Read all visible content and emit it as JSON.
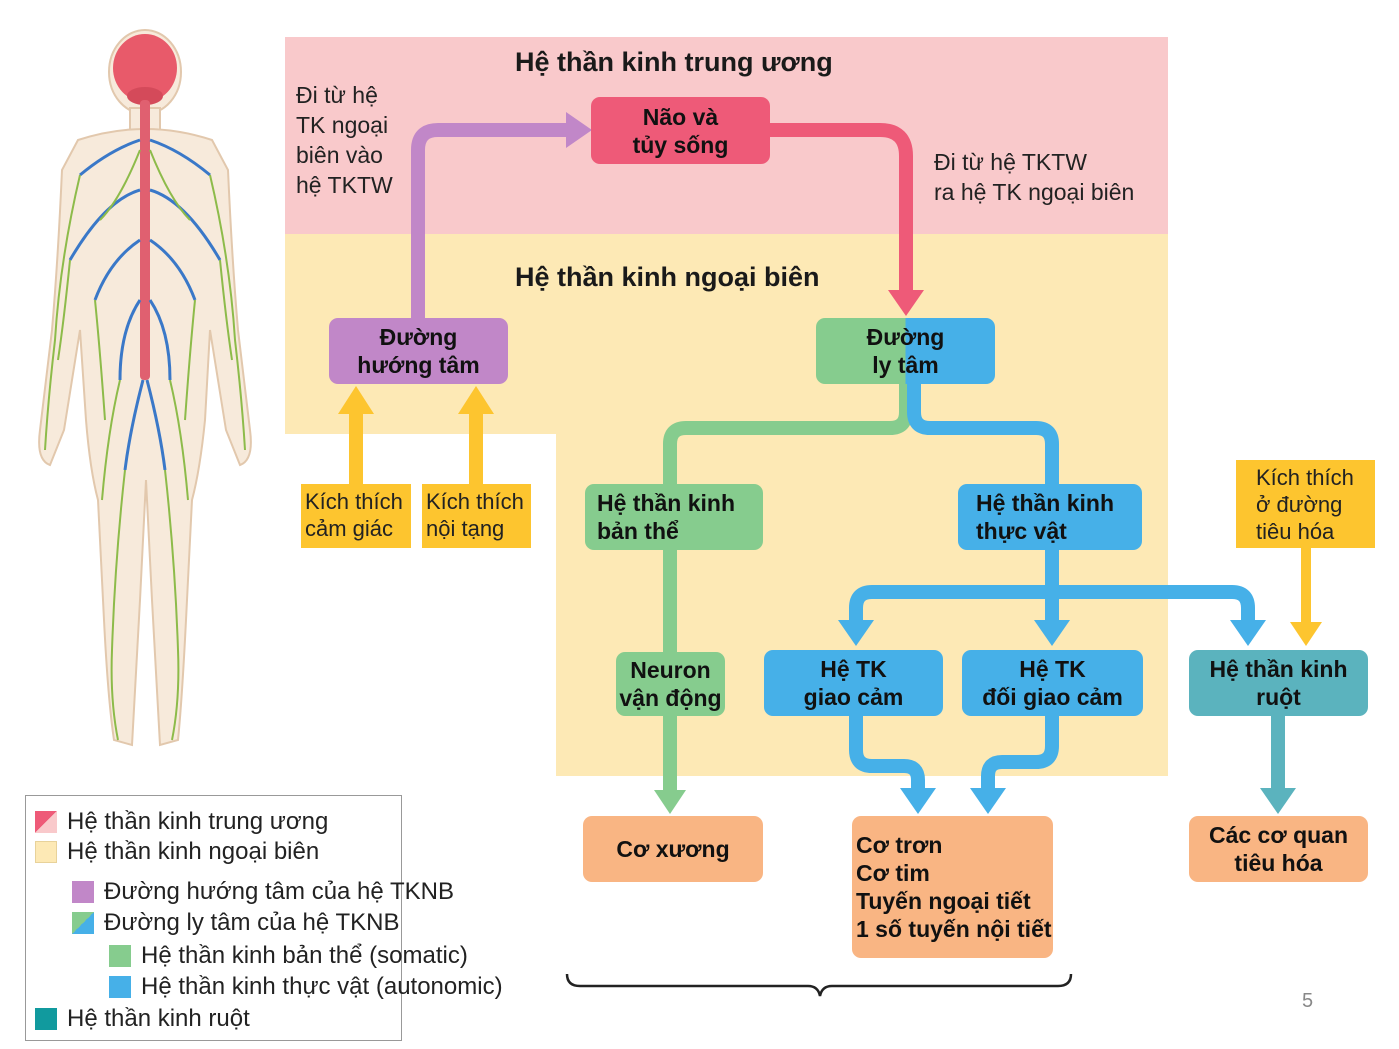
{
  "regions": {
    "cns_title": "Hệ thần kinh trung ương",
    "pns_title": "Hệ thần kinh ngoại biên"
  },
  "notes": {
    "afferent_note": "Đi từ hệ\nTK ngoại\nbiên vào\nhệ TKTW",
    "efferent_note": "Đi từ hệ TKTW\nra hệ TK ngoại biên"
  },
  "nodes": {
    "brain": "Não và\ntủy sống",
    "afferent": "Đường\nhướng tâm",
    "efferent": "Đường\nly tâm",
    "somatic": "Hệ thần kinh\nbản thể",
    "autonomic": "Hệ thần kinh\nthực vật",
    "motor_neuron": "Neuron\nvận động",
    "sympathetic": "Hệ TK\ngiao cảm",
    "parasympathetic": "Hệ TK\nđối giao cảm",
    "enteric": "Hệ thần kinh\nruột",
    "skeletal_muscle": "Cơ xương",
    "effectors": "Cơ trơn\nCơ tim\nTuyến ngoại tiết\n1 số tuyến nội tiết",
    "digestive_organs": "Các cơ quan\ntiêu hóa"
  },
  "stimuli": {
    "sensory": "Kích thích\ncảm giác",
    "visceral": "Kích thích\nnội tạng",
    "digestive": "Kích thích\nở đường\ntiêu hóa"
  },
  "legend": {
    "cns": "Hệ thần kinh trung ương",
    "pns": "Hệ thần kinh ngoại biên",
    "afferent": "Đường hướng tâm của hệ TKNB",
    "efferent": "Đường ly tâm của hệ TKNB",
    "somatic": "Hệ thần kinh bản thể (somatic)",
    "autonomic": "Hệ thần kinh thực vật (autonomic)",
    "enteric": "Hệ thần kinh ruột"
  },
  "page_number": "5",
  "colors": {
    "cns_bg": "#f9c9cb",
    "pns_bg": "#fde9b5",
    "brain": "#ee5a78",
    "afferent": "#c187c8",
    "somatic": "#86cc8e",
    "autonomic": "#46b0e8",
    "enteric": "#5bb3be",
    "stimulus": "#fdc52f",
    "target": "#f9b583"
  }
}
